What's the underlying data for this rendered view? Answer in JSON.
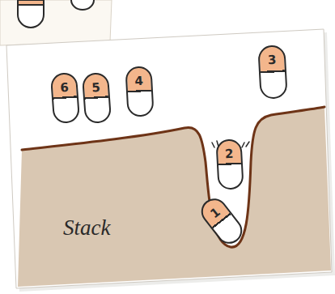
{
  "diagram": {
    "nodes": [
      {
        "text": [
          "6"
        ]
      },
      {
        "text": [
          "5"
        ]
      },
      {
        "text": [
          "4"
        ]
      },
      {
        "text": [
          "3"
        ]
      },
      {
        "text": [
          "2"
        ]
      },
      {
        "text": [
          "1"
        ]
      }
    ],
    "labels": [
      "Stack"
    ]
  }
}
